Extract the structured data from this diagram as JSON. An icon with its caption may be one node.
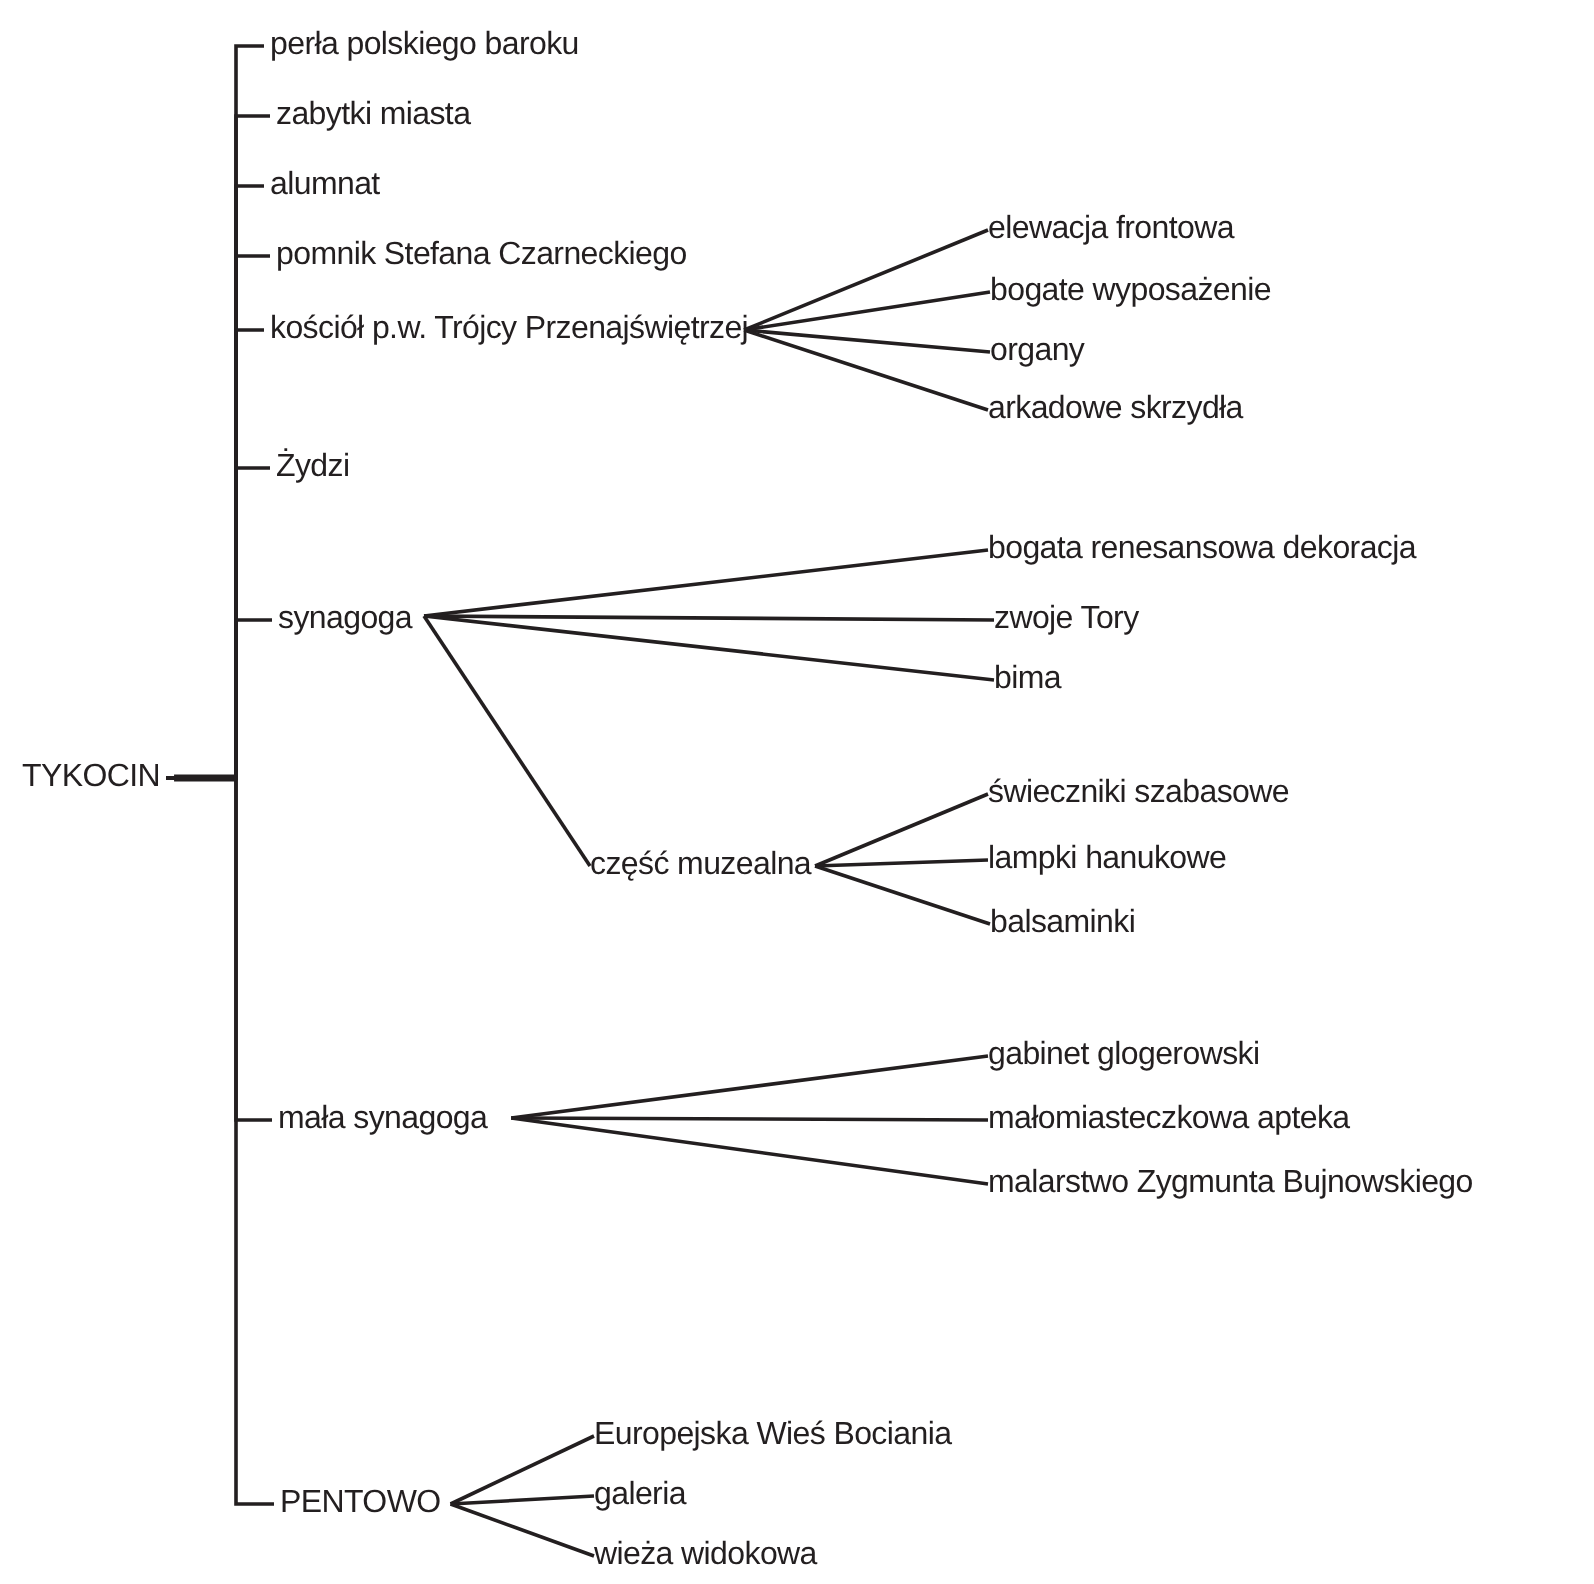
{
  "diagram": {
    "nodes": [
      {
        "text": [
          "TYKOCIN"
        ]
      },
      {
        "text": [
          "perła polskiego baroku"
        ]
      },
      {
        "text": [
          "zabytki miasta"
        ]
      },
      {
        "text": [
          "alumnat"
        ]
      },
      {
        "text": [
          "pomnik Stefana Czarneckiego"
        ]
      },
      {
        "text": [
          "kościół p.w. Trójcy Przenajświętrzej"
        ]
      },
      {
        "text": [
          "elewacja frontowa"
        ]
      },
      {
        "text": [
          "bogate wyposażenie"
        ]
      },
      {
        "text": [
          "organy"
        ]
      },
      {
        "text": [
          "arkadowe skrzydła"
        ]
      },
      {
        "text": [
          "Żydzi"
        ]
      },
      {
        "text": [
          "synagoga"
        ]
      },
      {
        "text": [
          "bogata renesansowa dekoracja"
        ]
      },
      {
        "text": [
          "zwoje Tory"
        ]
      },
      {
        "text": [
          "bima"
        ]
      },
      {
        "text": [
          "część muzealna"
        ]
      },
      {
        "text": [
          "świeczniki szabasowe"
        ]
      },
      {
        "text": [
          "lampki hanukowe"
        ]
      },
      {
        "text": [
          "balsaminki"
        ]
      },
      {
        "text": [
          "mała synagoga"
        ]
      },
      {
        "text": [
          "gabinet glogerowski"
        ]
      },
      {
        "text": [
          "małomiasteczkowa apteka"
        ]
      },
      {
        "text": [
          "malarstwo Zygmunta Bujnowskiego"
        ]
      },
      {
        "text": [
          "PENTOWO"
        ]
      },
      {
        "text": [
          "Europejska Wieś Bociania"
        ]
      },
      {
        "text": [
          "galeria"
        ]
      },
      {
        "text": [
          "wieża widokowa"
        ]
      }
    ],
    "edges": [
      {
        "from": 0,
        "to": 1,
        "arrow": "none"
      },
      {
        "from": 0,
        "to": 2,
        "arrow": "none"
      },
      {
        "from": 0,
        "to": 3,
        "arrow": "none"
      },
      {
        "from": 0,
        "to": 4,
        "arrow": "none"
      },
      {
        "from": 0,
        "to": 5,
        "arrow": "none"
      },
      {
        "from": 0,
        "to": 10,
        "arrow": "none"
      },
      {
        "from": 0,
        "to": 11,
        "arrow": "none"
      },
      {
        "from": 0,
        "to": 19,
        "arrow": "none"
      },
      {
        "from": 0,
        "to": 23,
        "arrow": "none"
      },
      {
        "from": 5,
        "to": 6,
        "arrow": "none"
      },
      {
        "from": 5,
        "to": 7,
        "arrow": "none"
      },
      {
        "from": 5,
        "to": 8,
        "arrow": "none"
      },
      {
        "from": 5,
        "to": 9,
        "arrow": "none"
      },
      {
        "from": 11,
        "to": 12,
        "arrow": "none"
      },
      {
        "from": 11,
        "to": 13,
        "arrow": "none"
      },
      {
        "from": 11,
        "to": 14,
        "arrow": "none"
      },
      {
        "from": 11,
        "to": 15,
        "arrow": "none"
      },
      {
        "from": 15,
        "to": 16,
        "arrow": "none"
      },
      {
        "from": 15,
        "to": 17,
        "arrow": "none"
      },
      {
        "from": 15,
        "to": 18,
        "arrow": "none"
      },
      {
        "from": 19,
        "to": 20,
        "arrow": "none"
      },
      {
        "from": 19,
        "to": 21,
        "arrow": "none"
      },
      {
        "from": 19,
        "to": 22,
        "arrow": "none"
      },
      {
        "from": 23,
        "to": 24,
        "arrow": "none"
      },
      {
        "from": 23,
        "to": 25,
        "arrow": "none"
      },
      {
        "from": 23,
        "to": 26,
        "arrow": "none"
      }
    ]
  }
}
